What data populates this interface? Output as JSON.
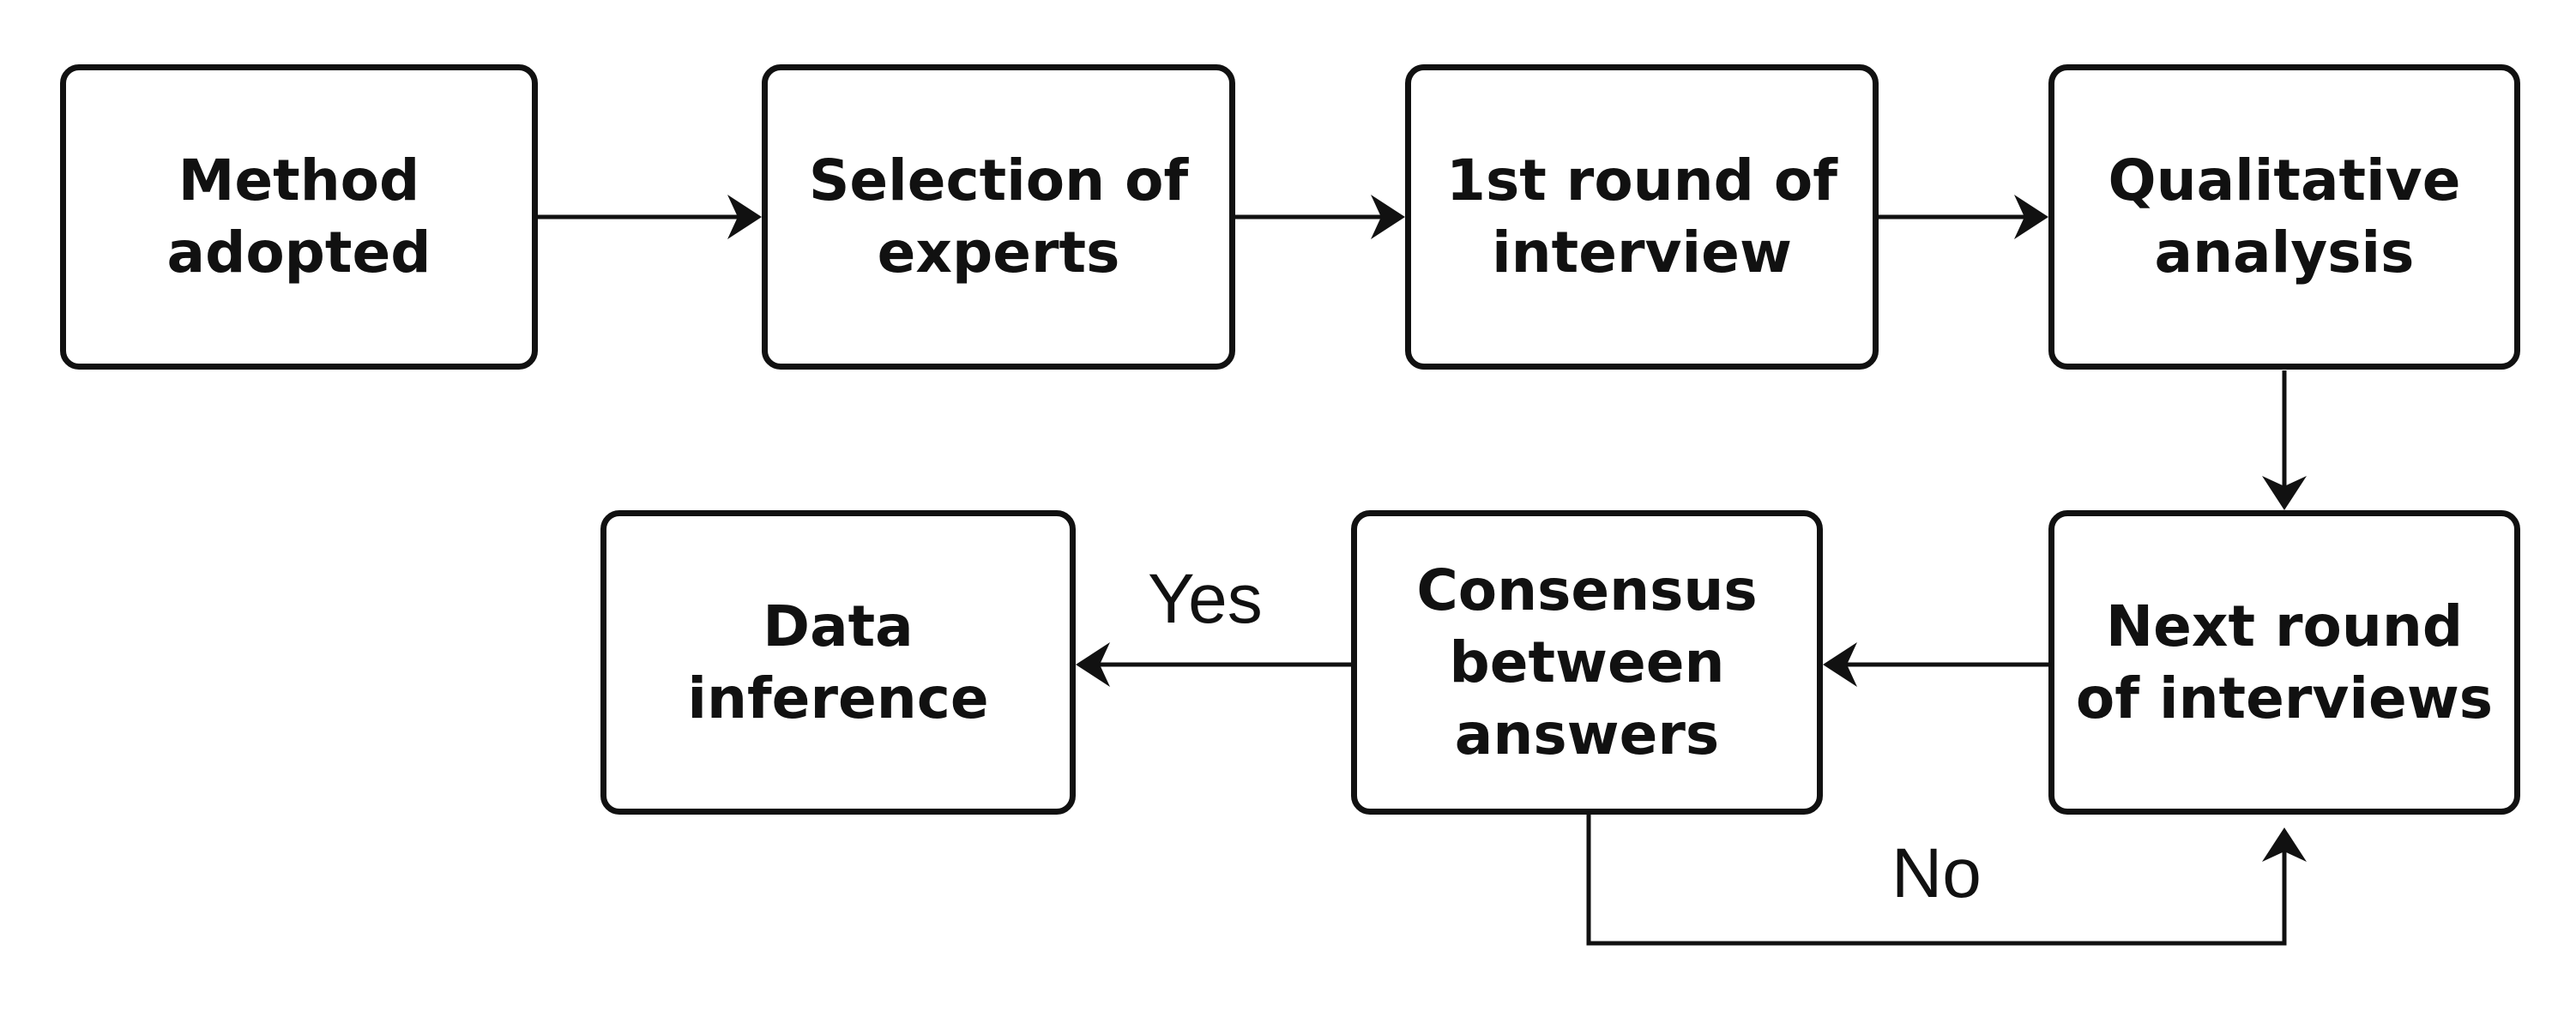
{
  "nodes": {
    "method_adopted": "Method\nadopted",
    "selection_of_experts": "Selection of\nexperts",
    "first_round_interview": "1st round of\ninterview",
    "qualitative_analysis": "Qualitative\nanalysis",
    "next_round_interviews": "Next round\nof interviews",
    "consensus_between_answers": "Consensus\nbetween\nanswers",
    "data_inference": "Data\ninference"
  },
  "edges": {
    "yes_label": "Yes",
    "no_label": "No"
  },
  "colors": {
    "stroke": "#111111",
    "background": "#ffffff"
  }
}
